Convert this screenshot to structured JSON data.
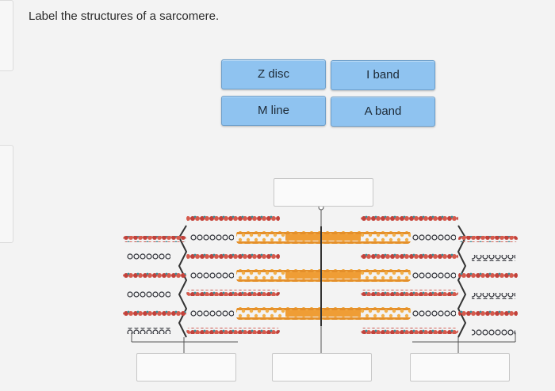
{
  "question": {
    "prompt": "Label the structures of a sarcomere."
  },
  "labels": [
    {
      "id": "z-disc",
      "text": "Z disc"
    },
    {
      "id": "i-band",
      "text": "I band"
    },
    {
      "id": "m-line",
      "text": "M line"
    },
    {
      "id": "a-band",
      "text": "A band"
    }
  ],
  "drop_targets": 4,
  "colors": {
    "chip": "#8fc3f0",
    "thick_filament": "#f0a43a",
    "thin_filament": "#c2413a",
    "titin": "#2f3138"
  }
}
